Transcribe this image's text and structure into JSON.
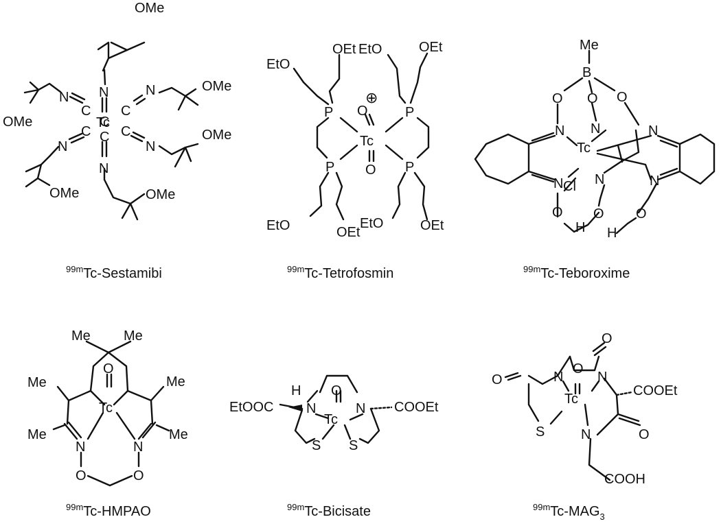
{
  "figure": {
    "panels": [
      {
        "id": "sestamibi",
        "caption_sup": "99m",
        "caption": "Tc-Sestamibi",
        "labels": [
          "OMe",
          "N",
          "C",
          "N",
          "C",
          "Tc",
          "C",
          "N",
          "OMe",
          "OMe",
          "N",
          "C",
          "C",
          "N",
          "OMe",
          "C",
          "N",
          "OMe",
          "OMe"
        ]
      },
      {
        "id": "tetrofosmin",
        "caption_sup": "99m",
        "caption": "Tc-Tetrofosmin",
        "labels": [
          "EtO",
          "OEt",
          "EtO",
          "OEt",
          "P",
          "P",
          "Tc",
          "O",
          "O",
          "P",
          "P",
          "EtO",
          "OEt",
          "EtO",
          "OEt"
        ],
        "charge": "⊕"
      },
      {
        "id": "teboroxime",
        "caption_sup": "99m",
        "caption": "Tc-Teboroxime",
        "labels": [
          "Me",
          "B",
          "O",
          "O",
          "O",
          "N",
          "N",
          "N",
          "Tc",
          "N",
          "N",
          "N",
          "Cl",
          "O",
          "H",
          "O",
          "H",
          "O"
        ]
      },
      {
        "id": "hmpao",
        "caption_sup": "99m",
        "caption": "Tc-HMPAO",
        "labels": [
          "Me",
          "Me",
          "O",
          "Me",
          "Tc",
          "Me",
          "Me",
          "N",
          "N",
          "Me",
          "O",
          "O"
        ]
      },
      {
        "id": "bicisate",
        "caption_sup": "99m",
        "caption": "Tc-Bicisate",
        "labels": [
          "H",
          "O",
          "EtOOC",
          "N",
          "Tc",
          "N",
          "COOEt",
          "S",
          "S"
        ]
      },
      {
        "id": "mag3",
        "caption_sup": "99m",
        "caption": "Tc-MAG",
        "caption_sub": "3",
        "labels": [
          "O",
          "O",
          "N",
          "O",
          "N",
          "Tc",
          "COOEt",
          "S",
          "N",
          "O",
          "COOH"
        ]
      }
    ]
  }
}
